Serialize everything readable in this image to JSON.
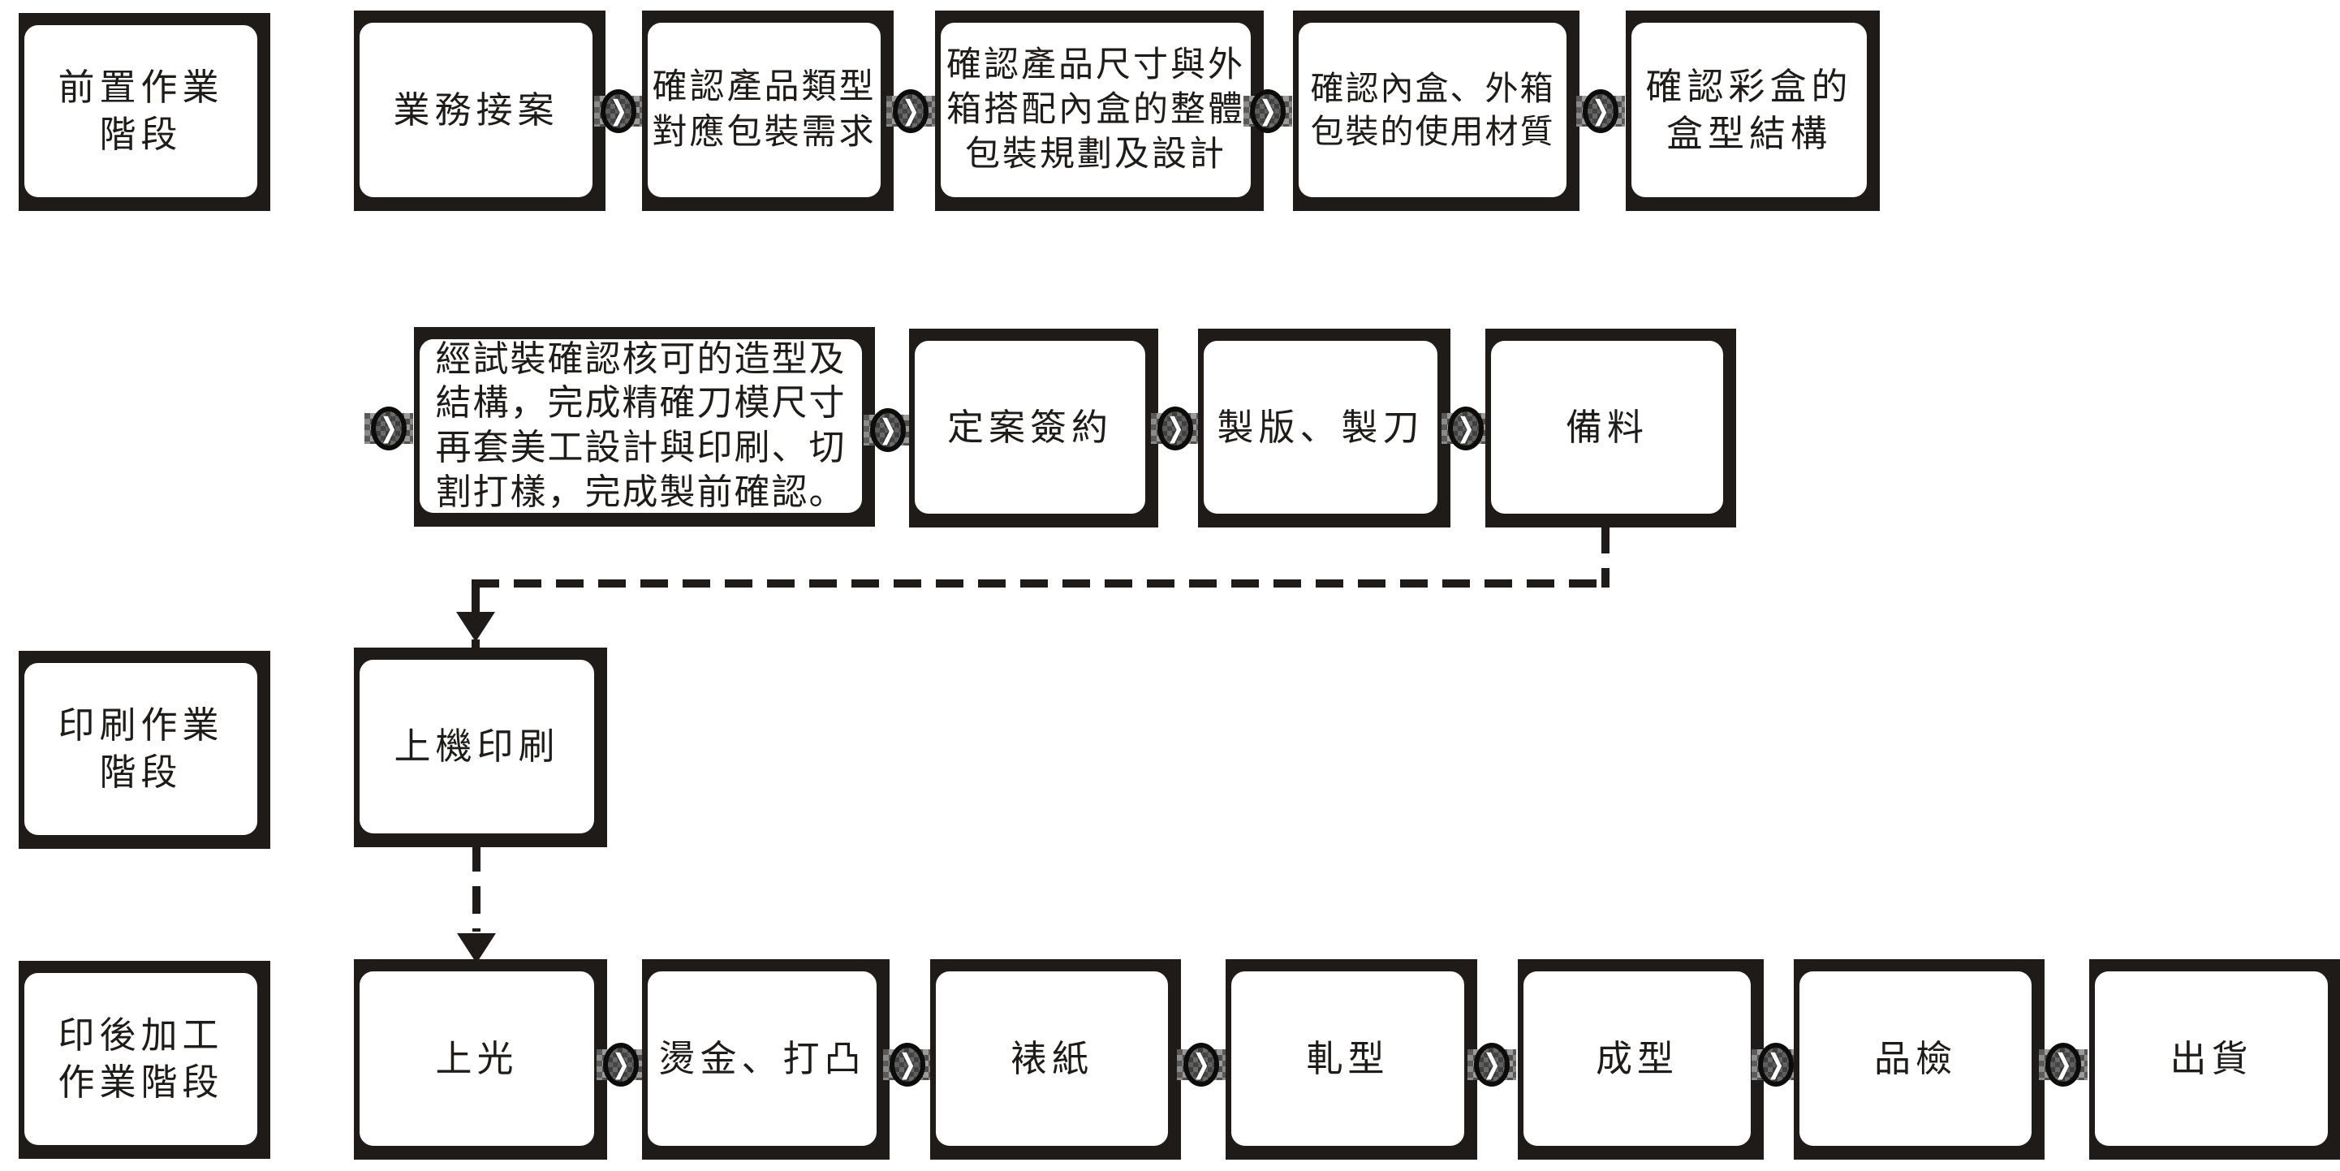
{
  "diagram": {
    "type": "flowchart",
    "language": "zh-Hant",
    "colors": {
      "ink": "#1f1b18",
      "paper": "#ffffff",
      "connector_fill": "#4f4f4f",
      "chevron": "#ffffff"
    },
    "icons": {
      "flow_arrow_glyph": "❯",
      "flow_arrow_name": "chevron-right-in-circle"
    },
    "boxes": {
      "stage1_label": {
        "text": "前置作業\n階段"
      },
      "business_intake": {
        "text": "業務接案"
      },
      "confirm_product_type": {
        "text": "確認產品類型\n對應包裝需求"
      },
      "confirm_size_design": {
        "text": "確認產品尺寸與外\n箱搭配內盒的整體\n包裝規劃及設計"
      },
      "confirm_material": {
        "text": "確認內盒、外箱\n包裝的使用材質"
      },
      "confirm_box_structure": {
        "text": "確認彩盒的\n盒型結構"
      },
      "prepress_confirmation": {
        "text": "經試裝確認核可的造型及\n結構，完成精確刀模尺寸\n再套美工設計與印刷、切\n割打樣，完成製前確認。"
      },
      "contract_signing": {
        "text": "定案簽約"
      },
      "plate_die_making": {
        "text": "製版、製刀"
      },
      "material_preparation": {
        "text": "備料"
      },
      "stage2_label": {
        "text": "印刷作業\n階段"
      },
      "press_printing": {
        "text": "上機印刷"
      },
      "stage3_label": {
        "text": "印後加工\n作業階段"
      },
      "coating": {
        "text": "上光"
      },
      "foil_embossing": {
        "text": "燙金、打凸"
      },
      "paper_mounting": {
        "text": "裱紙"
      },
      "die_cutting": {
        "text": "軋型"
      },
      "forming": {
        "text": "成型"
      },
      "quality_inspection": {
        "text": "品檢"
      },
      "shipping": {
        "text": "出貨"
      }
    }
  }
}
